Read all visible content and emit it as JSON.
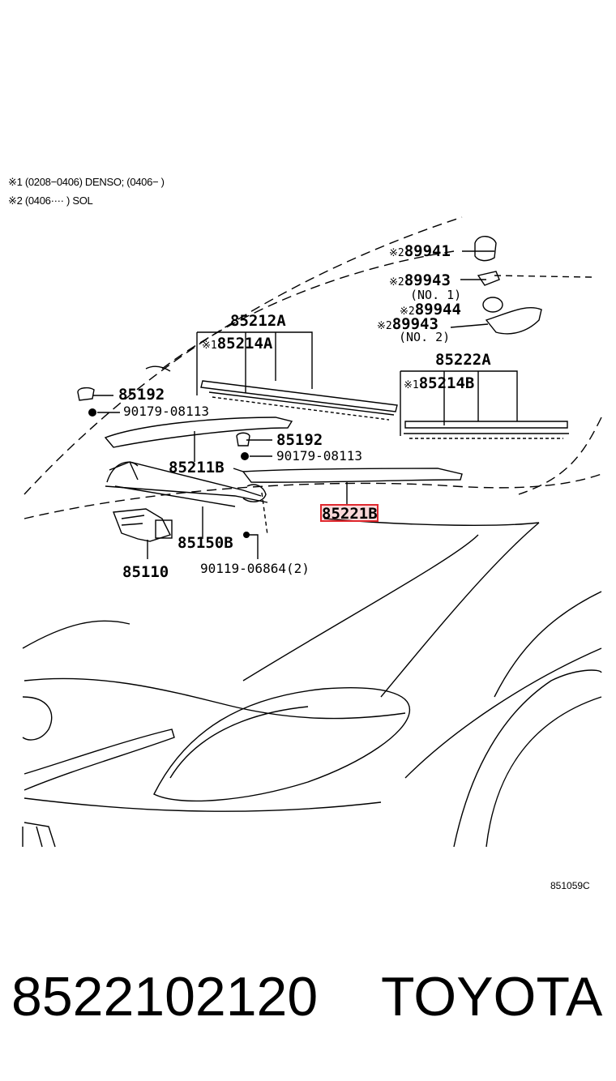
{
  "notes": [
    "※1 (0208−0406) DENSO; (0406−          )",
    "※2  (0406····       ) SOL"
  ],
  "parts": {
    "p89941": {
      "mark": "※2",
      "num": "89941"
    },
    "p89943a": {
      "mark": "※2",
      "num": "89943",
      "sub": "(NO. 1)"
    },
    "p89944": {
      "mark": "※2",
      "num": "89944"
    },
    "p89943b": {
      "mark": "※2",
      "num": "89943",
      "sub": "(NO. 2)"
    },
    "p85212A": {
      "num": "85212A"
    },
    "p85214A": {
      "mark": "※1",
      "num": "85214A"
    },
    "p85222A": {
      "num": "85222A"
    },
    "p85214B": {
      "mark": "※1",
      "num": "85214B"
    },
    "p85192a": {
      "num": "85192"
    },
    "p90179a": {
      "num": "90179-08113"
    },
    "p85192b": {
      "num": "85192"
    },
    "p90179b": {
      "num": "90179-08113"
    },
    "p85211B": {
      "num": "85211B"
    },
    "p85221B": {
      "num": "85221B"
    },
    "p85150B": {
      "num": "85150B"
    },
    "p85110": {
      "num": "85110"
    },
    "p90119": {
      "num": "90119-06864(2)"
    }
  },
  "diagram_code": "851059C",
  "footer": {
    "part_number": "8522102120",
    "brand": "TOYOTA"
  },
  "highlight_color": "#e0282e"
}
